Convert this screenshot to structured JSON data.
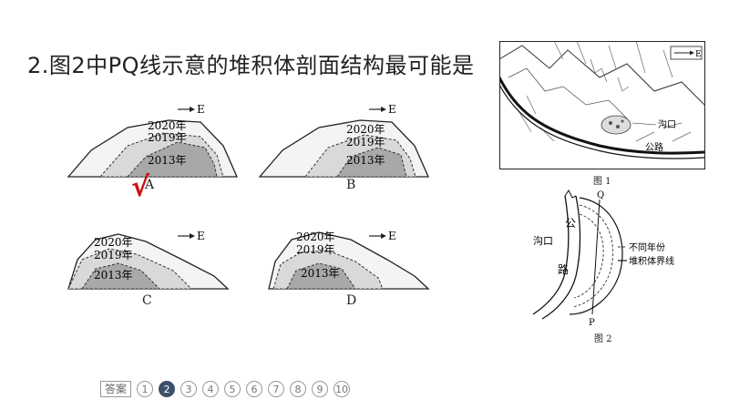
{
  "question": {
    "title": "2.图2中PQ线示意的堆积体剖面结构最可能是"
  },
  "options": [
    {
      "label": "A",
      "year_2020": "2020年",
      "year_2019": "2019年",
      "year_2013": "2013年",
      "arrow_text": "E"
    },
    {
      "label": "B",
      "year_2020": "2020年",
      "year_2019": "2019年",
      "year_2013": "2013年",
      "arrow_text": "E"
    },
    {
      "label": "C",
      "year_2020": "2020年",
      "year_2019": "2019年",
      "year_2013": "2013年",
      "arrow_text": "E"
    },
    {
      "label": "D",
      "year_2020": "2020年",
      "year_2019": "2019年",
      "year_2013": "2013年",
      "arrow_text": "E"
    }
  ],
  "answer_mark": "√",
  "figure1": {
    "caption": "图 1",
    "direction": "E",
    "gully": "沟口",
    "road": "公路"
  },
  "figure2": {
    "caption": "图 2",
    "point_q": "Q",
    "point_p": "P",
    "gully": "沟口",
    "road_char1": "公",
    "road_char2": "路",
    "legend_years": "不同年份",
    "legend_boundary": "堆积体界线"
  },
  "nav": {
    "answer_label": "答案",
    "pages": [
      "1",
      "2",
      "3",
      "4",
      "5",
      "6",
      "7",
      "8",
      "9",
      "10"
    ],
    "current": "2"
  }
}
